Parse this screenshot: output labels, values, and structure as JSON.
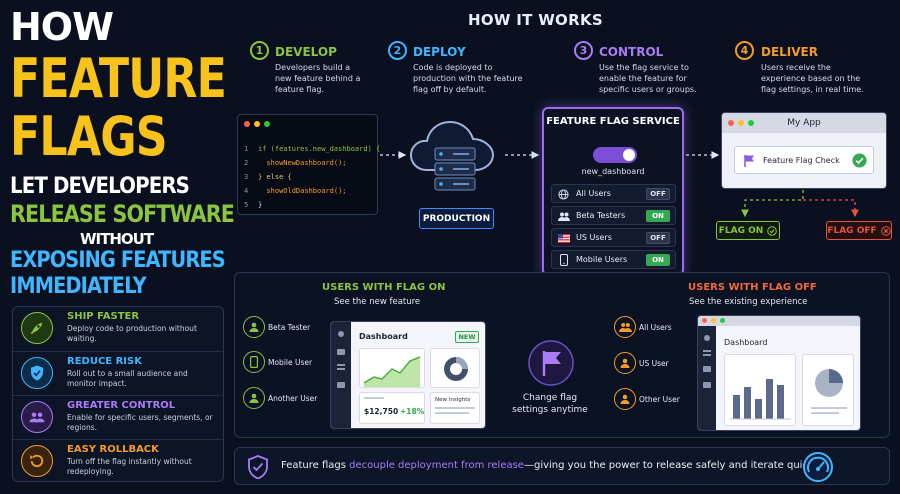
{
  "headline": {
    "line1": "HOW",
    "line2": "FEATURE",
    "line3": "FLAGS",
    "line4": "LET DEVELOPERS",
    "line5": "RELEASE SOFTWARE",
    "line6": "WITHOUT",
    "line7": "EXPOSING FEATURES",
    "line8": "IMMEDIATELY"
  },
  "benefits": [
    {
      "title": "SHIP FASTER",
      "desc": "Deploy code to production without waiting.",
      "icon": "rocket-icon",
      "color": "#8bc43f"
    },
    {
      "title": "REDUCE RISK",
      "desc": "Roll out to a small audience and monitor impact.",
      "icon": "shield-icon",
      "color": "#3fb6ff"
    },
    {
      "title": "GREATER CONTROL",
      "desc": "Enable for specific users, segments, or regions.",
      "icon": "users-icon",
      "color": "#a97cf5"
    },
    {
      "title": "EASY ROLLBACK",
      "desc": "Turn off the flag instantly without redeploying.",
      "icon": "rollback-icon",
      "color": "#f39c2a"
    }
  ],
  "how_it_works": {
    "title": "HOW IT WORKS",
    "steps": [
      {
        "num": "1",
        "title": "DEVELOP",
        "desc": "Developers build a new feature behind a feature flag.",
        "color": "#8bc43f"
      },
      {
        "num": "2",
        "title": "DEPLOY",
        "desc": "Code is deployed to production with the feature flag off by default.",
        "color": "#3fb6ff"
      },
      {
        "num": "3",
        "title": "CONTROL",
        "desc": "Use the flag service to enable the feature for specific users or groups.",
        "color": "#a97cf5"
      },
      {
        "num": "4",
        "title": "DELIVER",
        "desc": "Users receive the experience based on the flag settings, in real time.",
        "color": "#f39c2a"
      }
    ]
  },
  "code": {
    "lines": [
      {
        "n": "1",
        "text": "if (features.new_dashboard) {"
      },
      {
        "n": "2",
        "text": "  showNewDashboard();"
      },
      {
        "n": "3",
        "text": "} else {"
      },
      {
        "n": "4",
        "text": "  showOldDashboard();"
      },
      {
        "n": "5",
        "text": "}"
      }
    ]
  },
  "deploy": {
    "label": "PRODUCTION"
  },
  "flag_service": {
    "title": "FEATURE FLAG SERVICE",
    "flag_name": "new_dashboard",
    "rows": [
      {
        "label": "All Users",
        "state": "OFF",
        "icon": "globe-icon"
      },
      {
        "label": "Beta Testers",
        "state": "ON",
        "icon": "beta-users-icon"
      },
      {
        "label": "US Users",
        "state": "OFF",
        "icon": "us-flag-icon"
      },
      {
        "label": "Mobile Users",
        "state": "ON",
        "icon": "mobile-icon"
      }
    ]
  },
  "my_app": {
    "title": "My App",
    "check_label": "Feature Flag Check",
    "flag_on": "FLAG ON",
    "flag_off": "FLAG OFF"
  },
  "users_on": {
    "heading": "USERS WITH FLAG ON",
    "sub": "See the new feature",
    "users": [
      "Beta Tester",
      "Mobile User",
      "Another User"
    ],
    "dashboard": {
      "title": "Dashboard",
      "badge": "NEW",
      "revenue": "$12,750",
      "growth": "+18%",
      "insights": "New Insights"
    }
  },
  "users_off": {
    "heading": "USERS WITH FLAG OFF",
    "sub": "See the existing experience",
    "users": [
      "All Users",
      "US User",
      "Other User"
    ],
    "dashboard": {
      "title": "Dashboard"
    }
  },
  "center": {
    "label": "Change flag settings anytime"
  },
  "footer": {
    "pre": "Feature flags ",
    "highlight": "decouple deployment from release",
    "post": "—giving you the power to release safely and iterate quickly."
  },
  "colors": {
    "green": "#8bc43f",
    "blue": "#3fb6ff",
    "purple": "#a97cf5",
    "orange": "#f39c2a",
    "yellow": "#f7c21b",
    "red": "#e8533f"
  }
}
